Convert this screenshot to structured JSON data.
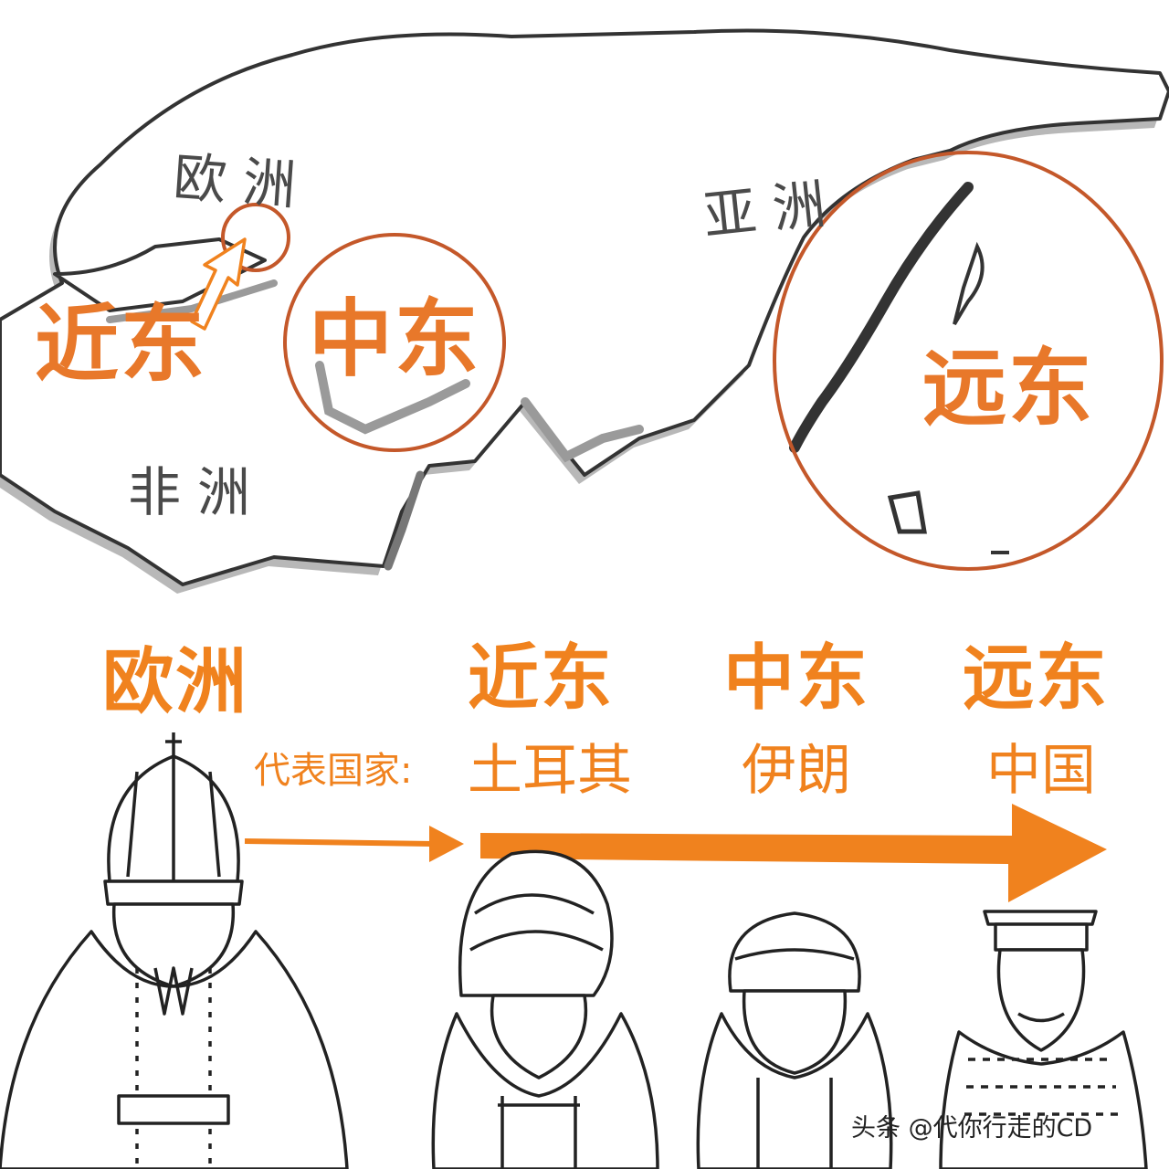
{
  "map": {
    "europe_label": "欧洲",
    "asia_label": "亚洲",
    "africa_label": "非洲",
    "near_east_label": "近东",
    "middle_east_label": "中东",
    "far_east_label": "远东"
  },
  "timeline": {
    "europe_heading": "欧洲",
    "prefix": "代表国家:",
    "columns": [
      {
        "region": "近东",
        "country": "土耳其"
      },
      {
        "region": "中东",
        "country": "伊朗"
      },
      {
        "region": "远东",
        "country": "中国"
      }
    ]
  },
  "figures": [
    {
      "name": "european-pope-figure"
    },
    {
      "name": "turkish-figure"
    },
    {
      "name": "iranian-figure"
    },
    {
      "name": "chinese-emperor-figure"
    }
  ],
  "watermark": "头条 @代你行走的CD",
  "colors": {
    "accent": "#f0821e",
    "circle": "#c4582a",
    "outline": "#333333",
    "shadow": "#9a9a9a"
  }
}
